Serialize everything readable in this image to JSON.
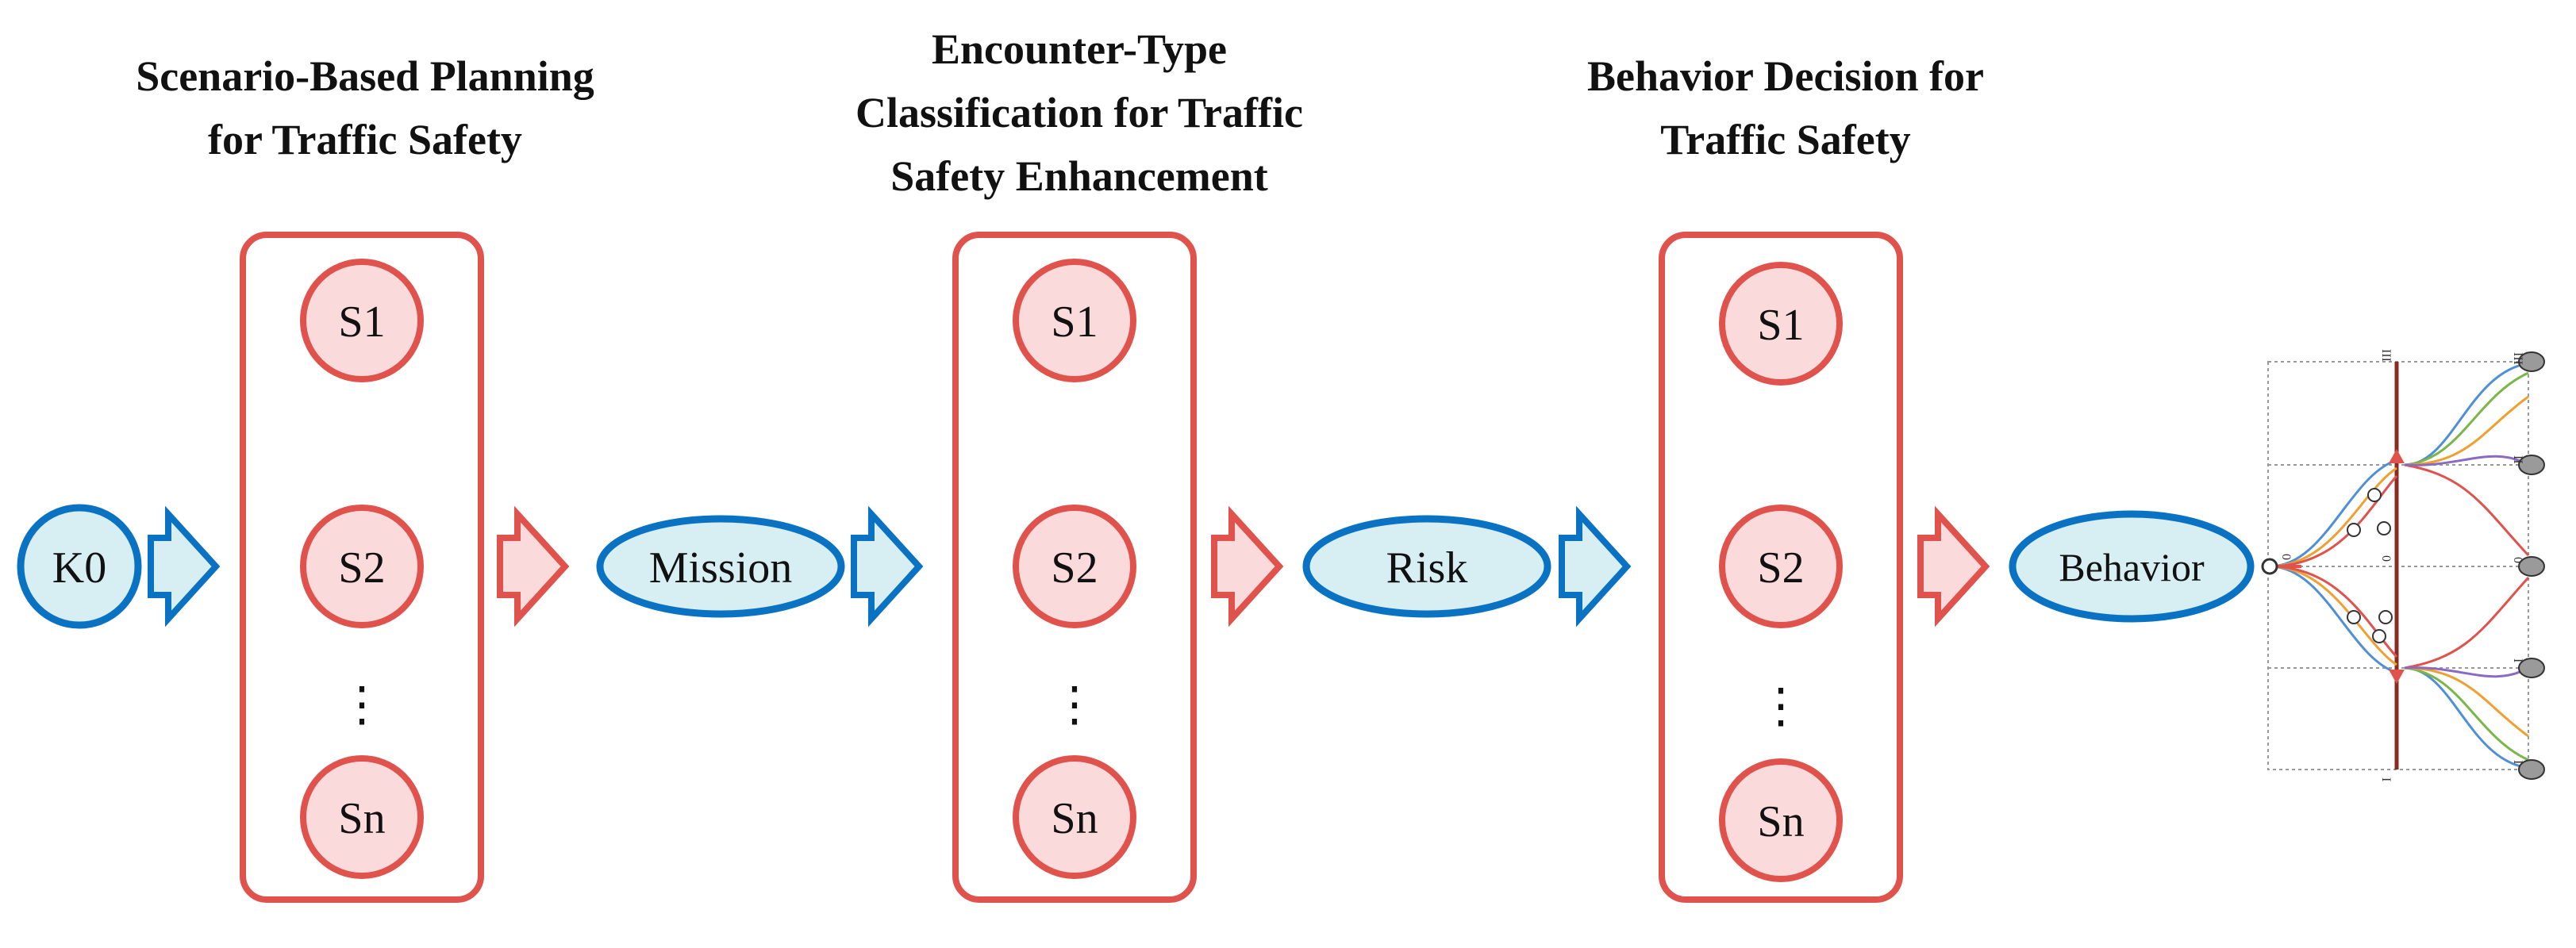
{
  "colors": {
    "blue_stroke": "#0a72c2",
    "blue_fill": "#d7eef3",
    "red_stroke": "#e0524c",
    "red_fill": "#fadadb",
    "text": "#111111"
  },
  "stages": [
    {
      "title_lines": [
        "Scenario-Based Planning",
        "for Traffic Safety"
      ],
      "scenarios": [
        "S1",
        "S2",
        "⋮",
        "Sn"
      ]
    },
    {
      "title_lines": [
        "Encounter-Type",
        "Classification for Traffic",
        "Safety Enhancement"
      ],
      "scenarios": [
        "S1",
        "S2",
        "⋮",
        "Sn"
      ]
    },
    {
      "title_lines": [
        "Behavior Decision for",
        "Traffic Safety"
      ],
      "scenarios": [
        "S1",
        "S2",
        "⋮",
        "Sn"
      ]
    }
  ],
  "flow_nodes": {
    "start": "K0",
    "mission": "Mission",
    "risk": "Risk",
    "behavior": "Behavior"
  },
  "trajectory_icon": {
    "plot_colors": [
      "#4f8fd8",
      "#e0524c",
      "#7ab648",
      "#f0a030",
      "#8a6bc4"
    ],
    "left_labels": [
      "0",
      "0",
      "0"
    ],
    "right_labels": [
      "III",
      "II",
      "0",
      "I",
      "I"
    ],
    "spine_labels": [
      "III",
      "0",
      "I"
    ]
  }
}
